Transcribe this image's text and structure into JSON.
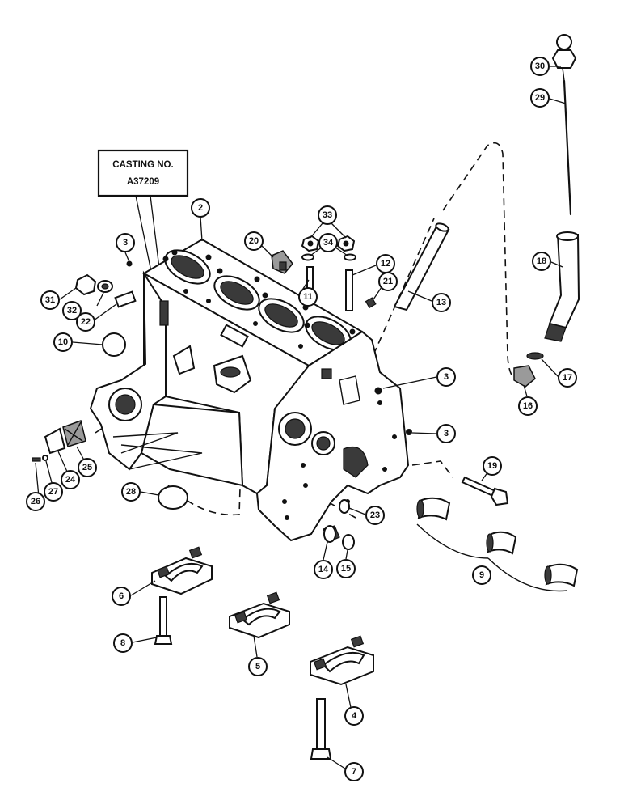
{
  "casting_label": {
    "line1": "CASTING NO.",
    "line2": "A37209"
  },
  "callouts": [
    {
      "id": "c2",
      "label": "2"
    },
    {
      "id": "c3a",
      "label": "3"
    },
    {
      "id": "c3b",
      "label": "3"
    },
    {
      "id": "c3c",
      "label": "3"
    },
    {
      "id": "c4",
      "label": "4"
    },
    {
      "id": "c5",
      "label": "5"
    },
    {
      "id": "c6",
      "label": "6"
    },
    {
      "id": "c7",
      "label": "7"
    },
    {
      "id": "c8",
      "label": "8"
    },
    {
      "id": "c9",
      "label": "9"
    },
    {
      "id": "c10",
      "label": "10"
    },
    {
      "id": "c11",
      "label": "11"
    },
    {
      "id": "c12",
      "label": "12"
    },
    {
      "id": "c13",
      "label": "13"
    },
    {
      "id": "c14",
      "label": "14"
    },
    {
      "id": "c15",
      "label": "15"
    },
    {
      "id": "c16",
      "label": "16"
    },
    {
      "id": "c17",
      "label": "17"
    },
    {
      "id": "c18",
      "label": "18"
    },
    {
      "id": "c19",
      "label": "19"
    },
    {
      "id": "c20",
      "label": "20"
    },
    {
      "id": "c21",
      "label": "21"
    },
    {
      "id": "c22",
      "label": "22"
    },
    {
      "id": "c23",
      "label": "23"
    },
    {
      "id": "c24",
      "label": "24"
    },
    {
      "id": "c25",
      "label": "25"
    },
    {
      "id": "c26",
      "label": "26"
    },
    {
      "id": "c27",
      "label": "27"
    },
    {
      "id": "c28",
      "label": "28"
    },
    {
      "id": "c29",
      "label": "29"
    },
    {
      "id": "c30",
      "label": "30"
    },
    {
      "id": "c31",
      "label": "31"
    },
    {
      "id": "c32",
      "label": "32"
    },
    {
      "id": "c33",
      "label": "33"
    },
    {
      "id": "c34",
      "label": "34"
    }
  ]
}
